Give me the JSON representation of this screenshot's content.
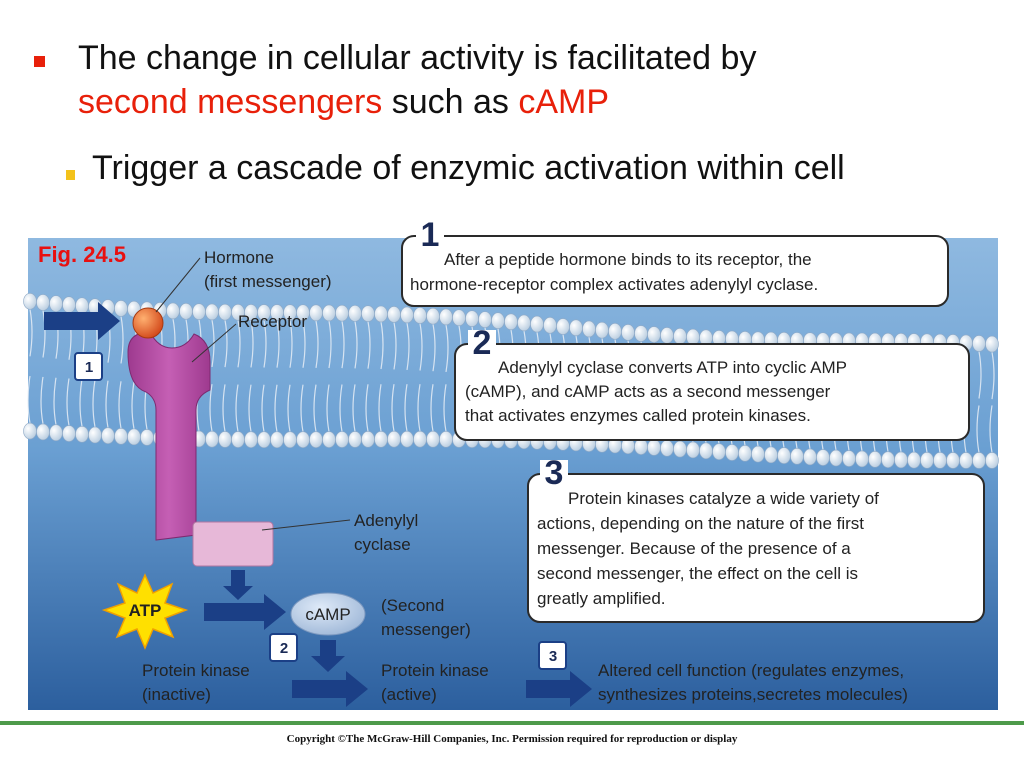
{
  "bullets": {
    "main_part1": "The change in cellular activity is facilitated by",
    "main_highlight1": "second messengers",
    "main_part2": " such as ",
    "main_highlight2": "cAMP",
    "sub": "Trigger a cascade of enzymic activation within cell"
  },
  "figure": {
    "label": "Fig. 24.5",
    "labels": {
      "hormone": "Hormone",
      "first_messenger": "(first messenger)",
      "receptor": "Receptor",
      "adenylyl": "Adenylyl",
      "cyclase": "cyclase",
      "atp": "ATP",
      "camp": "cAMP",
      "second": "(Second",
      "messenger": "messenger)",
      "pk_inactive_1": "Protein kinase",
      "pk_inactive_2": "(inactive)",
      "pk_active_1": "Protein kinase",
      "pk_active_2": "(active)",
      "altered_1": "Altered cell function (regulates enzymes,",
      "altered_2": "synthesizes proteins,secretes molecules)"
    },
    "steps": [
      {
        "number": "1",
        "lines": [
          "After a peptide hormone binds to its receptor, the",
          "hormone-receptor complex activates adenylyl cyclase."
        ]
      },
      {
        "number": "2",
        "lines": [
          "Adenylyl cyclase converts ATP into cyclic AMP",
          "(cAMP), and cAMP acts as a second messenger",
          "that activates enzymes called protein kinases."
        ]
      },
      {
        "number": "3",
        "lines": [
          "Protein kinases catalyze a wide variety of",
          "actions, depending on the nature of the first",
          "messenger. Because of the presence of a",
          "second messenger, the effect on the cell is",
          "greatly amplified."
        ]
      }
    ],
    "step_badges": [
      "1",
      "2",
      "3"
    ]
  },
  "colors": {
    "accent_red": "#e8200a",
    "bullet_yellow": "#f3c21b",
    "receptor_purple": "#b84aa6",
    "arrow_navy": "#1b3f86",
    "background_blue": "#4a85c2"
  },
  "footer": {
    "copyright": "Copyright ©The McGraw-Hill Companies, Inc. Permission required for reproduction or display"
  }
}
